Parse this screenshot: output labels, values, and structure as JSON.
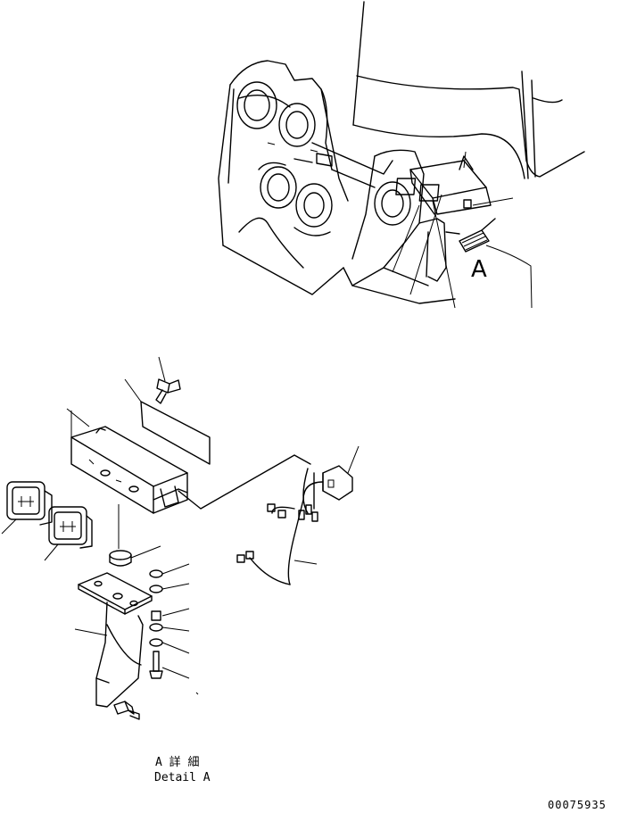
{
  "view_label": "A",
  "detail_caption": {
    "line1": "A 詳 細",
    "line2": "Detail A"
  },
  "drawing_number": "00075935"
}
